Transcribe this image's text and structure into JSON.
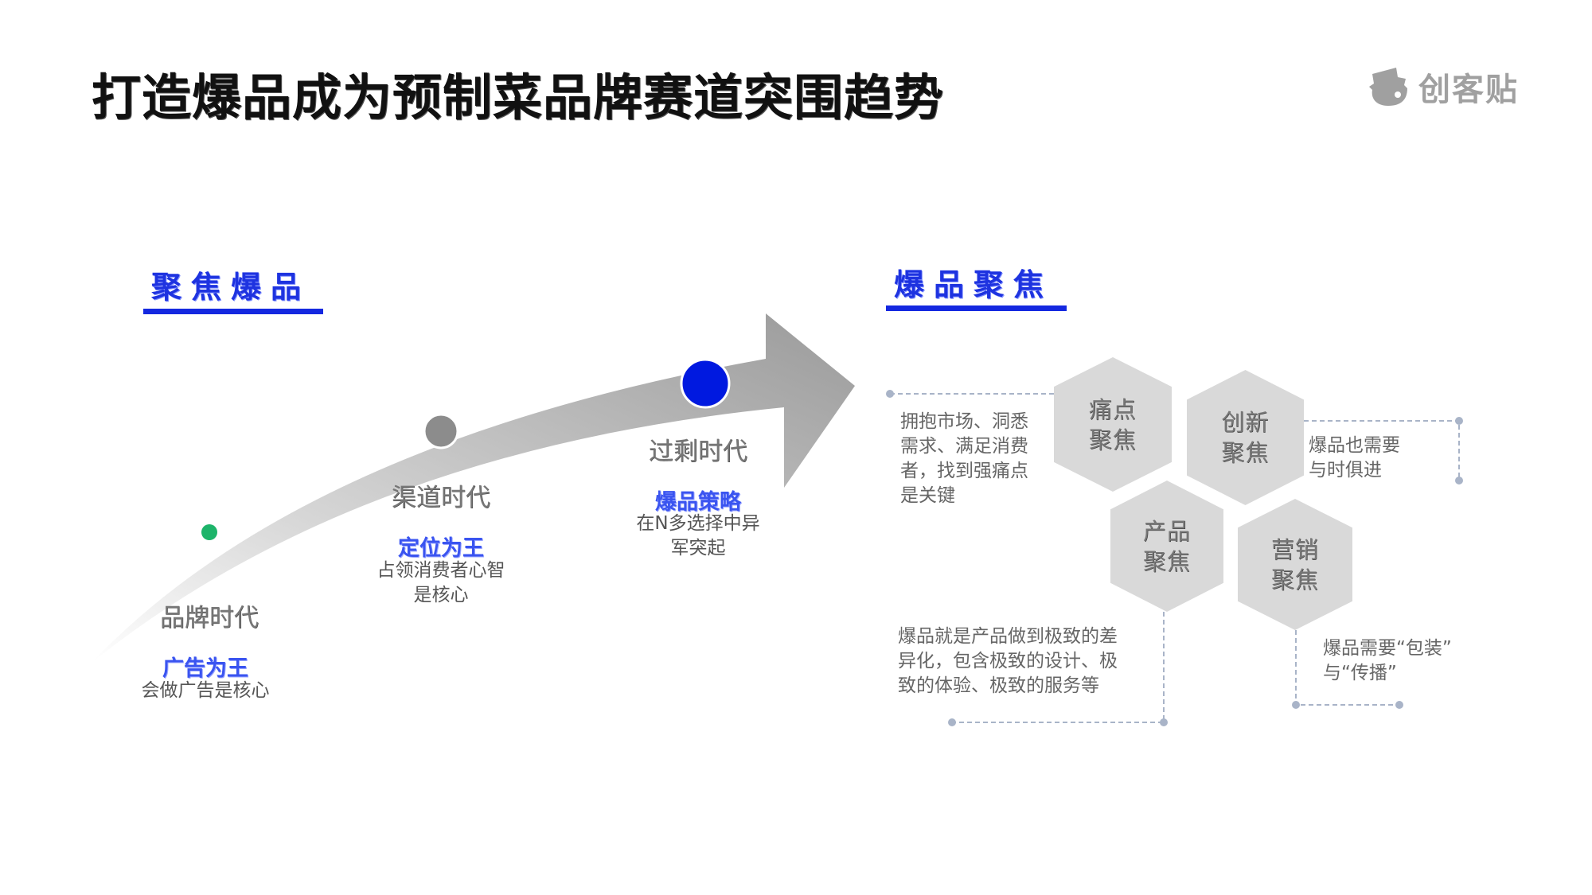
{
  "title": "打造爆品成为预制菜品牌赛道突围趋势",
  "logo": {
    "text": "创客贴",
    "icon": "hat-face-logo-icon"
  },
  "left_section": {
    "heading": "聚焦爆品",
    "eras": [
      {
        "name": "品牌时代",
        "slogan": "广告为王",
        "desc": [
          "会做广告是核心"
        ],
        "dot_color": "#1db46a"
      },
      {
        "name": "渠道时代",
        "slogan": "定位为王",
        "desc": [
          "占领消费者心智",
          "是核心"
        ],
        "dot_color": "#8c8c8c"
      },
      {
        "name": "过剩时代",
        "slogan": "爆品策略",
        "desc": [
          "在N多选择中异",
          "军突起"
        ],
        "dot_color": "#0019e0"
      }
    ]
  },
  "right_section": {
    "heading": "爆品聚焦",
    "hexagons": [
      {
        "line1": "痛点",
        "line2": "聚焦"
      },
      {
        "line1": "创新",
        "line2": "聚焦"
      },
      {
        "line1": "产品",
        "line2": "聚焦"
      },
      {
        "line1": "营销",
        "line2": "聚焦"
      }
    ],
    "notes": {
      "pain": [
        "拥抱市场、洞悉",
        "需求、满足消费",
        "者，找到强痛点",
        "是关键"
      ],
      "innovation": [
        "爆品也需要",
        "与时俱进"
      ],
      "product": [
        "爆品就是产品做到极致的差",
        "异化，包含极致的设计、极",
        "致的体验、极致的服务等"
      ],
      "marketing": [
        "爆品需要“包装”",
        "与“传播”"
      ]
    }
  },
  "colors": {
    "accent": "#1428e0",
    "hex": "#d9d9d9",
    "connector": "#a9b4c8"
  }
}
